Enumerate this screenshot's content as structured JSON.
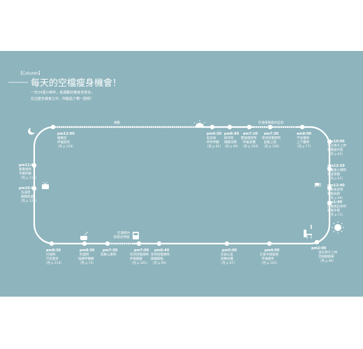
{
  "header": {
    "column_tag": "【Column】",
    "title": "每天的空檔瘦身機會！",
    "intro_1": "一天24個小時中，就運動的機會非常多，",
    "intro_2": "在這麼多機會之中，你錯過了哪一個呢？"
  },
  "labels": {
    "commute": "通勤",
    "commute_stairs": "在通運車廂內自如",
    "office_stairs_1": "在通運內",
    "office_stairs_2": "取搭式伸展"
  },
  "stops": {
    "am10": {
      "time": "am10:00",
      "desc": [
        "坐在椅子上伸",
        "轉膝部外扳"
      ],
      "ref": "（見 p.65）"
    },
    "pm1230": {
      "time": "pm12:30",
      "desc": [
        "用餐後小憩時",
        "在會客聯"
      ],
      "ref": "（見 p.67）"
    },
    "pm1240": {
      "time": "pm12:40",
      "desc": [
        "飯後休息時",
        "轉動肩膀"
      ],
      "ref": "（見 p.69）"
    },
    "pm1": {
      "time": "pm1:00",
      "desc": [
        "用餐後起身時",
        "按壓手臂"
      ],
      "ref": "（見 p.71）"
    },
    "pm2": {
      "time": "pm2:00",
      "desc": [
        "坐在椅子上伸",
        "空踩腳踏車"
      ],
      "ref": "（見 p.96）"
    },
    "pm4": {
      "time": "pm4:00",
      "desc": [
        "在家中開家務",
        "伸展腳步"
      ],
      "ref": "（見 p.101）"
    },
    "pm5": {
      "time": "pm5:00",
      "desc": [
        "在辦公室",
        "扭轉身體"
      ],
      "ref": "（見 p.97）"
    },
    "pm640": {
      "time": "pm6:40",
      "desc": [
        "等待搭電梯時",
        "鍛鍊腳筋"
      ],
      "ref": "（見 p.99）"
    },
    "pm7": {
      "time": "pm7:00",
      "desc": [
        "等待搭電梯時",
        "伸展腳腿"
      ],
      "ref": "（見 p.101）"
    },
    "pm730": {
      "time": "pm7:30",
      "desc": [
        "搭乘公車時"
      ],
      "ref": ""
    },
    "pm830b": {
      "time": "pm8:30",
      "desc": [
        "料理時",
        "扭腰伸懶腰"
      ],
      "ref": "（見 p.74）"
    },
    "am830": {
      "time": "am8:30",
      "desc": [
        "打掃時",
        "行走散步"
      ],
      "ref": "（見 p.114）"
    },
    "pm10": {
      "time": "pm10:00",
      "desc": [
        "洗澡時",
        "鍛鍊肌膚"
      ],
      "ref": "（見 p.122）"
    },
    "pm11": {
      "time": "pm11:00",
      "desc": [
        "看電視時",
        "平躺伸腰"
      ],
      "ref": "（見 p.117）"
    },
    "pm12": {
      "time": "pm12:00",
      "desc": [
        "睡覺前",
        "伸展肌肉"
      ],
      "ref": "（見 p.129）"
    },
    "pm430": {
      "time": "pm4:30",
      "desc": [
        "起床後",
        "伸手伸腳"
      ],
      "ref": "（見 p.45）"
    },
    "pm640top": {
      "time": "pm6:40",
      "desc": [
        "刷牙時",
        "踏腳深蹲"
      ],
      "ref": "（見 p.49）"
    },
    "am710": {
      "time": "am7:10",
      "desc": [
        "整理儀容時",
        "伸展身體"
      ],
      "ref": "（見 p.104）"
    },
    "am730": {
      "time": "am7:30",
      "desc": [
        "等待搭電梯時",
        "起動上提"
      ],
      "ref": "（見 p.106）"
    },
    "am8": {
      "time": "am8:00",
      "desc": [
        "不坐電梯",
        "上下樓梯"
      ],
      "ref": "（見 p.77）"
    }
  },
  "colors": {
    "panel": "#8eb4bd",
    "line": "#ffffff",
    "text": "#ffffff"
  },
  "icons": [
    "moon-icon",
    "sun-rise-icon",
    "sun-icon",
    "tv-icon",
    "cooking-pot-icon",
    "bus-icon",
    "office-chair-icon",
    "coffee-cup-icon"
  ]
}
